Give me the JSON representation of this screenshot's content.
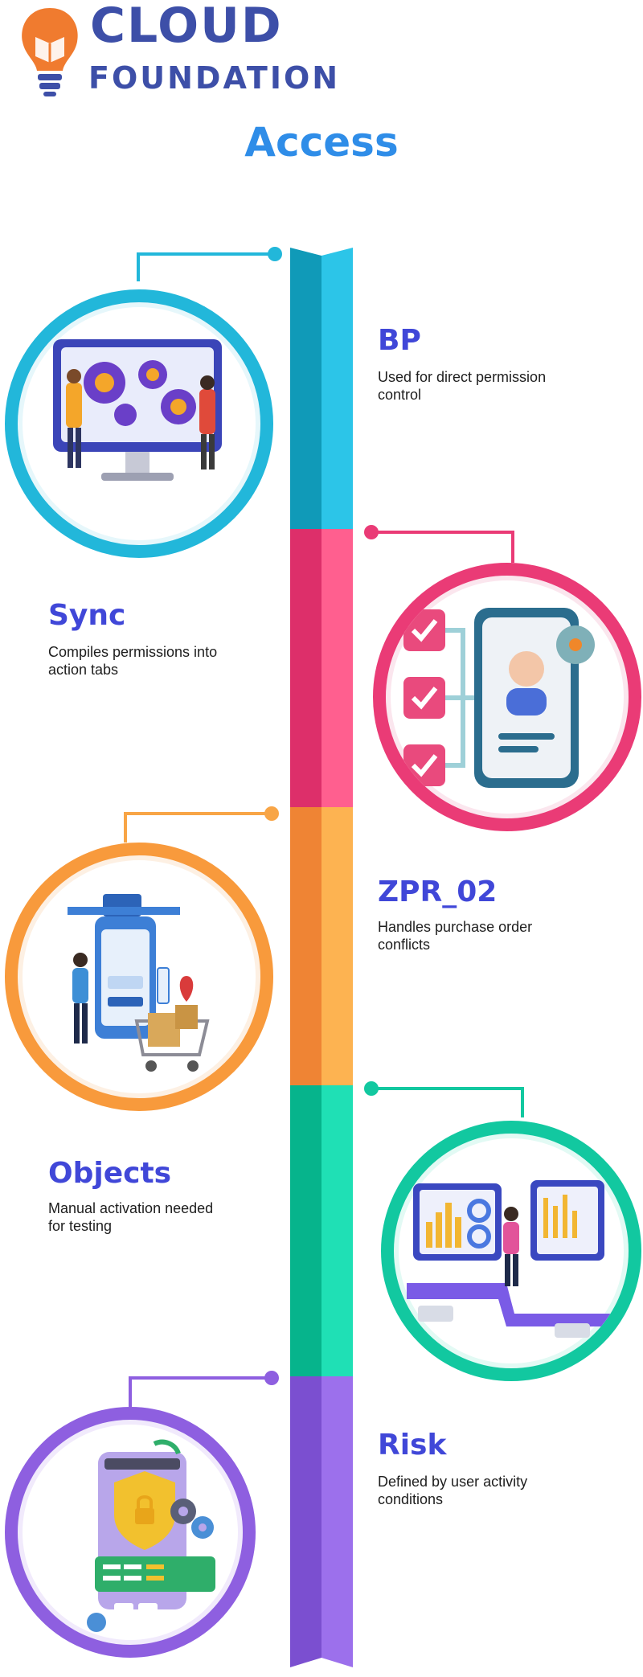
{
  "brand": {
    "line1": "CLOUD",
    "line2": "FOUNDATION",
    "icon": "lightbulb-book-icon"
  },
  "title": "Access",
  "colors": {
    "blue": "#22b7da",
    "pink": "#ea3b76",
    "orange": "#f89a3c",
    "green": "#12c8a0",
    "purple": "#8e5fe0",
    "heading": "#4047d8",
    "title": "#2f8de8"
  },
  "steps": [
    {
      "title": "BP",
      "desc": "Used for direct permission control",
      "illustration": "process-monitor-icon"
    },
    {
      "title": "Sync",
      "desc": "Compiles permissions into action tabs",
      "illustration": "phone-profile-checklist-icon"
    },
    {
      "title": "ZPR_02",
      "desc": "Handles purchase order conflicts",
      "illustration": "online-shopping-cart-icon"
    },
    {
      "title": "Objects",
      "desc": "Manual activation needed for testing",
      "illustration": "analytics-dashboard-icon"
    },
    {
      "title": "Risk",
      "desc": "Defined by user activity conditions",
      "illustration": "security-lock-device-icon"
    }
  ]
}
